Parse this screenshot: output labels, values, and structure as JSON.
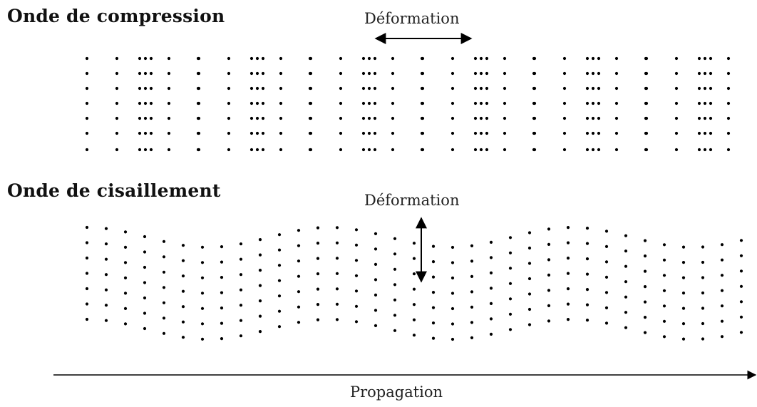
{
  "compression_wave": {
    "title": "Onde de compression",
    "deformation_label": "Déformation"
  },
  "shear_wave": {
    "title": "Onde de cisaillement",
    "deformation_label": "Déformation"
  },
  "propagation": {
    "label": "Propagation"
  },
  "colors": {
    "ink": "#000000",
    "background": "#ffffff"
  }
}
